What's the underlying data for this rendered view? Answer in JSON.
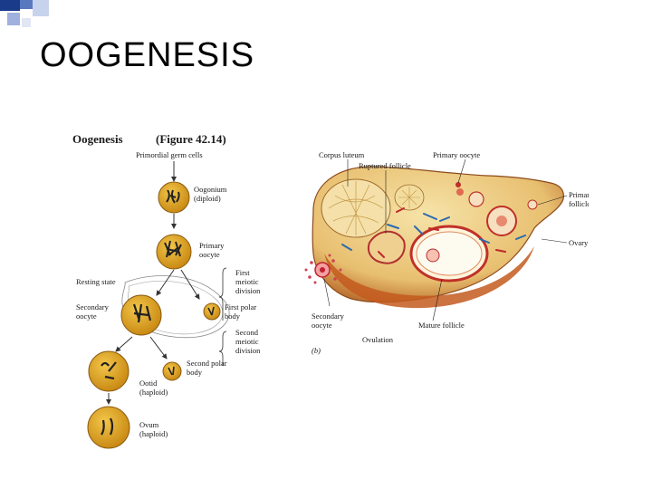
{
  "slide": {
    "title": "OOGENESIS"
  },
  "left_panel": {
    "heading": "Oogenesis",
    "figure_ref": "(Figure 42.14)",
    "labels": {
      "primordial": "Primordial germ cells",
      "oogonium": "Oogonium",
      "oogonium_ploidy": "(diploid)",
      "primary_oocyte_1": "Primary",
      "primary_oocyte_2": "oocyte",
      "resting": "Resting state",
      "first_meiotic_1": "First",
      "first_meiotic_2": "meiotic",
      "first_meiotic_3": "division",
      "secondary_oocyte_1": "Secondary",
      "secondary_oocyte_2": "oocyte",
      "first_polar_1": "First polar",
      "first_polar_2": "body",
      "second_meiotic_1": "Second",
      "second_meiotic_2": "meiotic",
      "second_meiotic_3": "division",
      "second_polar_1": "Second polar",
      "second_polar_2": "body",
      "ootid": "Ootid",
      "ootid_ploidy": "(haploid)",
      "ovum": "Ovum",
      "ovum_ploidy": "(haploid)"
    }
  },
  "right_panel": {
    "labels": {
      "corpus_luteum": "Corpus luteum",
      "ruptured_follicle": "Ruptured follicle",
      "primary_oocyte": "Primary oocyte",
      "primary_follicle_1": "Primary",
      "primary_follicle_2": "follicle",
      "ovary": "Ovary",
      "secondary_oocyte_1": "Secondary",
      "secondary_oocyte_2": "oocyte",
      "ovulation": "Ovulation",
      "mature_follicle": "Mature follicle",
      "panel_tag": "(b)"
    }
  }
}
